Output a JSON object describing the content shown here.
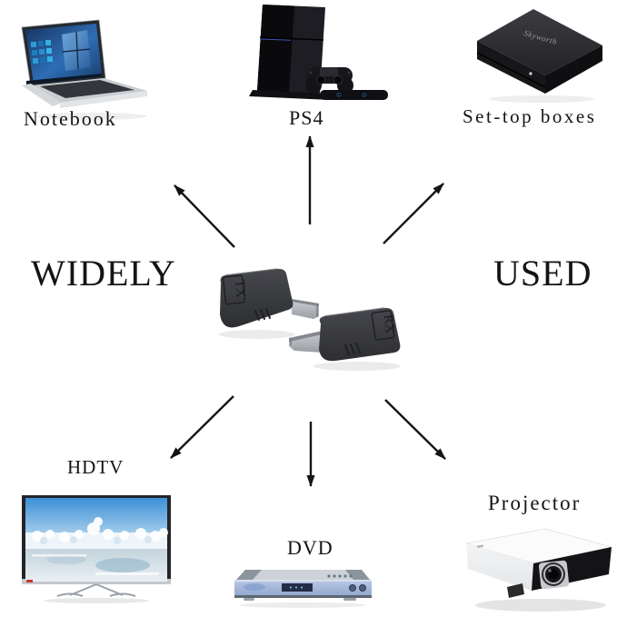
{
  "headline": {
    "left": "WIDELY",
    "right": "USED"
  },
  "center_product": {
    "tx_label": "TX",
    "rx_label": "RX"
  },
  "devices": {
    "notebook": {
      "label": "Notebook"
    },
    "ps4": {
      "label": "PS4"
    },
    "settop": {
      "label": "Set-top boxes",
      "brand": "Skyworth"
    },
    "hdtv": {
      "label": "HDTV"
    },
    "dvd": {
      "label": "DVD"
    },
    "projector": {
      "label": "Projector"
    }
  },
  "colors": {
    "background": "#ffffff",
    "text": "#141414",
    "arrow": "#141414",
    "adapter_body": "#3a3b3f",
    "hdmi_plug": "#b9bdc2",
    "tv_sky": "#3c90d6",
    "tv_ice": "#c9d8e0"
  }
}
